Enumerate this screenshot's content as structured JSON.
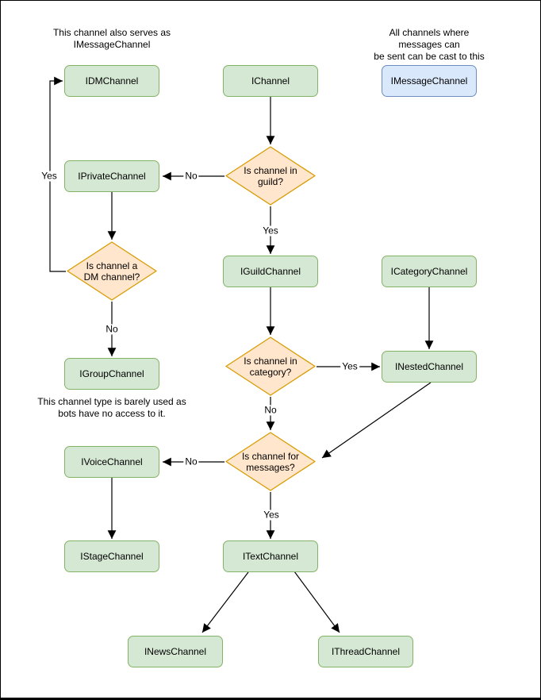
{
  "diagram": {
    "notes": {
      "dm_note": "This channel also serves as\nIMessageChannel",
      "message_note": "All channels where messages can\nbe sent can be cast to this type.",
      "group_note": "This channel type is barely used as\nbots have no access to it."
    },
    "nodes": {
      "idm": {
        "label": "IDMChannel"
      },
      "ichannel": {
        "label": "IChannel"
      },
      "imessage": {
        "label": "IMessageChannel"
      },
      "iprivate": {
        "label": "IPrivateChannel"
      },
      "iguild": {
        "label": "IGuildChannel"
      },
      "icategory": {
        "label": "ICategoryChannel"
      },
      "igroup": {
        "label": "IGroupChannel"
      },
      "inested": {
        "label": "INestedChannel"
      },
      "ivoice": {
        "label": "IVoiceChannel"
      },
      "istage": {
        "label": "IStageChannel"
      },
      "itext": {
        "label": "ITextChannel"
      },
      "inews": {
        "label": "INewsChannel"
      },
      "ithread": {
        "label": "IThreadChannel"
      }
    },
    "decisions": {
      "in_guild": {
        "label": "Is channel in\nguild?"
      },
      "is_dm": {
        "label": "Is channel a\nDM channel?"
      },
      "in_category": {
        "label": "Is channel in\ncategory?"
      },
      "for_messages": {
        "label": "Is channel for\nmessages?"
      }
    },
    "edge_labels": {
      "guild_no": "No",
      "guild_yes": "Yes",
      "dm_yes": "Yes",
      "dm_no": "No",
      "category_yes": "Yes",
      "category_no": "No",
      "messages_no": "No",
      "messages_yes": "Yes"
    },
    "colors": {
      "node_fill": "#d5e8d4",
      "node_border": "#82b366",
      "decision_fill": "#ffe6cc",
      "decision_border": "#d79b00",
      "cast_fill": "#dae8fc",
      "cast_border": "#6c8ebf",
      "line": "#000000"
    }
  }
}
